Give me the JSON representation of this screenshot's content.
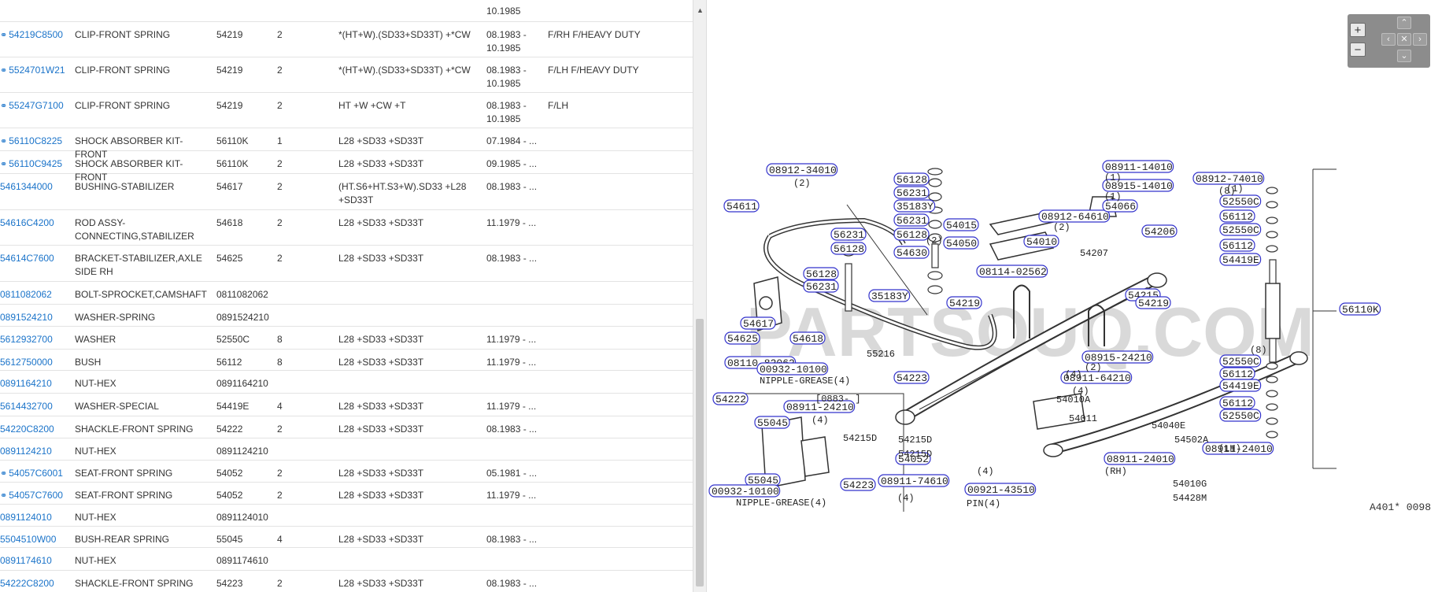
{
  "rows": [
    {
      "part": "",
      "chain": false,
      "name": "",
      "ref": "",
      "qty": "",
      "app": "",
      "date": "10.1985",
      "note": ""
    },
    {
      "part": "54219C8500",
      "chain": true,
      "name": "CLIP-FRONT SPRING",
      "ref": "54219",
      "qty": "2",
      "app": "*(HT+W).(SD33+SD33T) +*CW",
      "date": "08.1983 - 10.1985",
      "note": "F/RH F/HEAVY DUTY"
    },
    {
      "part": "5524701W21",
      "chain": true,
      "name": "CLIP-FRONT SPRING",
      "ref": "54219",
      "qty": "2",
      "app": "*(HT+W).(SD33+SD33T) +*CW",
      "date": "08.1983 - 10.1985",
      "note": "F/LH F/HEAVY DUTY"
    },
    {
      "part": "55247G7100",
      "chain": true,
      "name": "CLIP-FRONT SPRING",
      "ref": "54219",
      "qty": "2",
      "app": "HT +W +CW +T",
      "date": "08.1983 - 10.1985",
      "note": "F/LH"
    },
    {
      "part": "56110C8225",
      "chain": true,
      "name": "SHOCK ABSORBER KIT-FRONT",
      "ref": "56110K",
      "qty": "1",
      "app": "L28 +SD33 +SD33T",
      "date": "07.1984 - ...",
      "note": ""
    },
    {
      "part": "56110C9425",
      "chain": true,
      "name": "SHOCK ABSORBER KIT-FRONT",
      "ref": "56110K",
      "qty": "2",
      "app": "L28 +SD33 +SD33T",
      "date": "09.1985 - ...",
      "note": ""
    },
    {
      "part": "5461344000",
      "chain": false,
      "name": "BUSHING-STABILIZER",
      "ref": "54617",
      "qty": "2",
      "app": "(HT.S6+HT.S3+W).SD33 +L28 +SD33T",
      "date": "08.1983 - ...",
      "note": ""
    },
    {
      "part": "54616C4200",
      "chain": false,
      "name": "ROD ASSY-CONNECTING,STABILIZER",
      "ref": "54618",
      "qty": "2",
      "app": "L28 +SD33 +SD33T",
      "date": "11.1979 - ...",
      "note": ""
    },
    {
      "part": "54614C7600",
      "chain": false,
      "name": "BRACKET-STABILIZER,AXLE SIDE RH",
      "ref": "54625",
      "qty": "2",
      "app": "L28 +SD33 +SD33T",
      "date": "08.1983 - ...",
      "note": ""
    },
    {
      "part": "0811082062",
      "chain": false,
      "name": "BOLT-SPROCKET,CAMSHAFT",
      "ref": "0811082062",
      "qty": "",
      "app": "",
      "date": "",
      "note": ""
    },
    {
      "part": "0891524210",
      "chain": false,
      "name": "WASHER-SPRING",
      "ref": "0891524210",
      "qty": "",
      "app": "",
      "date": "",
      "note": ""
    },
    {
      "part": "5612932700",
      "chain": false,
      "name": "WASHER",
      "ref": "52550C",
      "qty": "8",
      "app": "L28 +SD33 +SD33T",
      "date": "11.1979 - ...",
      "note": ""
    },
    {
      "part": "5612750000",
      "chain": false,
      "name": "BUSH",
      "ref": "56112",
      "qty": "8",
      "app": "L28 +SD33 +SD33T",
      "date": "11.1979 - ...",
      "note": ""
    },
    {
      "part": "0891164210",
      "chain": false,
      "name": "NUT-HEX",
      "ref": "0891164210",
      "qty": "",
      "app": "",
      "date": "",
      "note": ""
    },
    {
      "part": "5614432700",
      "chain": false,
      "name": "WASHER-SPECIAL",
      "ref": "54419E",
      "qty": "4",
      "app": "L28 +SD33 +SD33T",
      "date": "11.1979 - ...",
      "note": ""
    },
    {
      "part": "54220C8200",
      "chain": false,
      "name": "SHACKLE-FRONT SPRING",
      "ref": "54222",
      "qty": "2",
      "app": "L28 +SD33 +SD33T",
      "date": "08.1983 - ...",
      "note": ""
    },
    {
      "part": "0891124210",
      "chain": false,
      "name": "NUT-HEX",
      "ref": "0891124210",
      "qty": "",
      "app": "",
      "date": "",
      "note": ""
    },
    {
      "part": "54057C6001",
      "chain": true,
      "name": "SEAT-FRONT SPRING",
      "ref": "54052",
      "qty": "2",
      "app": "L28 +SD33 +SD33T",
      "date": "05.1981 - ...",
      "note": ""
    },
    {
      "part": "54057C7600",
      "chain": true,
      "name": "SEAT-FRONT SPRING",
      "ref": "54052",
      "qty": "2",
      "app": "L28 +SD33 +SD33T",
      "date": "11.1979 - ...",
      "note": ""
    },
    {
      "part": "0891124010",
      "chain": false,
      "name": "NUT-HEX",
      "ref": "0891124010",
      "qty": "",
      "app": "",
      "date": "",
      "note": ""
    },
    {
      "part": "5504510W00",
      "chain": false,
      "name": "BUSH-REAR SPRING",
      "ref": "55045",
      "qty": "4",
      "app": "L28 +SD33 +SD33T",
      "date": "08.1983 - ...",
      "note": ""
    },
    {
      "part": "0891174610",
      "chain": false,
      "name": "NUT-HEX",
      "ref": "0891174610",
      "qty": "",
      "app": "",
      "date": "",
      "note": ""
    },
    {
      "part": "54222C8200",
      "chain": false,
      "name": "SHACKLE-FRONT SPRING",
      "ref": "54223",
      "qty": "2",
      "app": "L28 +SD33 +SD33T",
      "date": "08.1983 - ...",
      "note": ""
    }
  ],
  "zoom": {
    "plus": "+",
    "minus": "−",
    "up": "⌃",
    "down": "⌄",
    "left": "‹",
    "right": "›",
    "reset": "✕"
  },
  "diagram": {
    "watermark": "PARTSOUQ.COM",
    "code": "A401* 0098",
    "highlighted": [
      "08912-34010",
      "56128",
      "56231",
      "35183Y",
      "56231",
      "56128",
      "54630",
      "54611",
      "56231",
      "56128",
      "56128",
      "56231",
      "35183Y",
      "54617",
      "54625",
      "54618",
      "08110-82062",
      "00932-10100",
      "54015",
      "54050",
      "08912-64610",
      "54010",
      "54206",
      "54215",
      "08114-02562",
      "54219",
      "54219",
      "08911-14010",
      "08915-14010",
      "54066",
      "08912-74010",
      "52550C",
      "56112",
      "52550C",
      "56112",
      "54419E",
      "56110K",
      "52550C",
      "56112",
      "54419E",
      "56112",
      "52550C",
      "08915-24210",
      "08911-64210",
      "54223",
      "54222",
      "08911-24210",
      "55045",
      "55045",
      "54223",
      "00932-10100",
      "54052",
      "08911-74610",
      "00921-43510",
      "08911-24010",
      "08911-24010"
    ],
    "plain": [
      "(2)",
      "(1)",
      "(1)",
      "(2)",
      "(4)",
      "(4)",
      "(RH)",
      "(LH)",
      "(8)",
      "(8)",
      "(2)",
      "(2)",
      "(1)",
      "54207",
      "55216",
      "NIPPLE-GREASE(4)",
      "54010A",
      "54040E",
      "54502A",
      "54011",
      "54215D",
      "54215D",
      "54215D",
      "54010G",
      "54428M",
      "PIN(4)",
      "NIPPLE-GREASE(4)",
      "[0883-    ]",
      "(4)",
      "(4)",
      "(4)"
    ]
  }
}
